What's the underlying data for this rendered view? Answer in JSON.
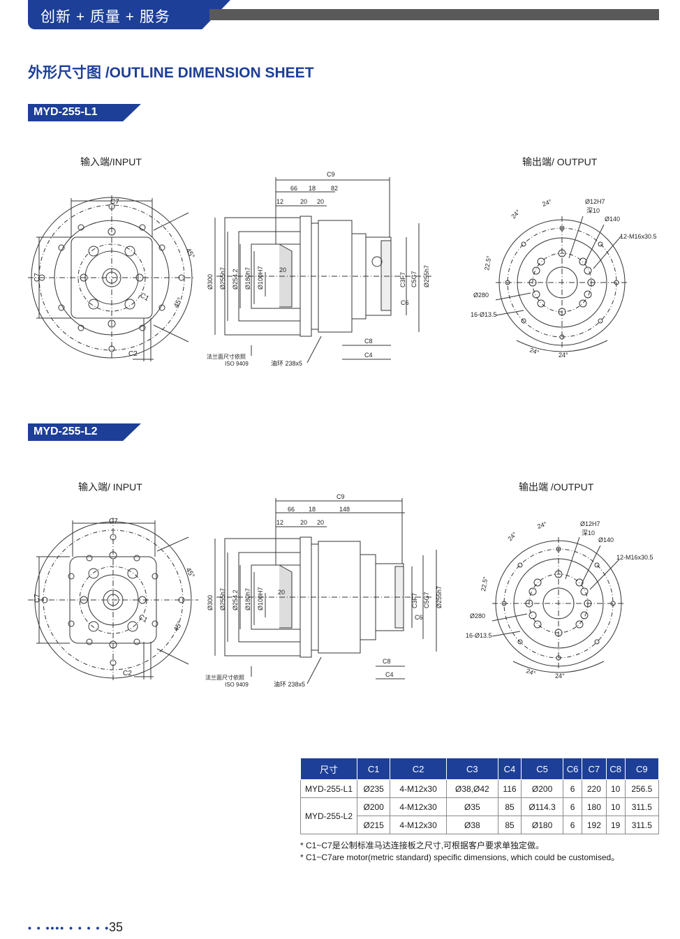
{
  "header": {
    "title": "创新 + 质量 + 服务"
  },
  "page_title": "外形尺寸图 /OUTLINE DIMENSION SHEET",
  "sections": [
    {
      "model": "MYD-255-L1",
      "input_label": "输入端/INPUT",
      "output_label": "输出端/ OUTPUT"
    },
    {
      "model": "MYD-255-L2",
      "input_label": "输入端/ INPUT",
      "output_label": "输出端 /OUTPUT"
    }
  ],
  "drawing_labels": {
    "input": {
      "c7": "C7",
      "c2": "C2",
      "c1": "C1",
      "angle": "45°"
    },
    "side": {
      "c9": "C9",
      "d66": "66",
      "d18": "18",
      "d82": "82",
      "d148": "148",
      "d12": "12",
      "d20a": "20",
      "d20b": "20",
      "d20c": "20",
      "dia300": "Ø300",
      "dia255": "Ø255h7",
      "dia254": "Ø254.2",
      "dia180": "Ø180h7",
      "dia100": "Ø100H7",
      "c3": "C3F7",
      "c5": "C5G7",
      "dia255r": "Ø255h7",
      "c6": "C6",
      "c8": "C8",
      "c4": "C4",
      "flange1": "法兰面尺寸依照",
      "flange2": "ISO 9409",
      "oring": "油环 238x5"
    },
    "output": {
      "d12": "Ø12H7",
      "deep": "深10",
      "d140": "Ø140",
      "m16": "12-M16x30.5",
      "a24": "24°",
      "a225": "22.5°",
      "d280": "Ø280",
      "holes": "16-Ø13.5"
    }
  },
  "table": {
    "headers": [
      "尺寸",
      "C1",
      "C2",
      "C3",
      "C4",
      "C5",
      "C6",
      "C7",
      "C8",
      "C9"
    ],
    "rows": [
      {
        "model": "MYD-255-L1",
        "cells": [
          "Ø235",
          "4-M12x30",
          "Ø38,Ø42",
          "116",
          "Ø200",
          "6",
          "220",
          "10",
          "256.5"
        ]
      },
      {
        "model": "MYD-255-L2",
        "cells": [
          "Ø200",
          "4-M12x30",
          "Ø35",
          "85",
          "Ø114.3",
          "6",
          "180",
          "10",
          "311.5"
        ]
      },
      {
        "model": "",
        "cells": [
          "Ø215",
          "4-M12x30",
          "Ø38",
          "85",
          "Ø180",
          "6",
          "192",
          "19",
          "311.5"
        ]
      }
    ]
  },
  "notes": [
    "* C1~C7是公制标准马达连接板之尺寸,可根据客户要求单独定做。",
    "* C1~C7are motor(metric standard)  specific dimensions, which could be customised。"
  ],
  "footer": {
    "dots": "• • •••• • • • • •",
    "page_number": "35"
  },
  "colors": {
    "brand": "#1d3f97",
    "bar": "#595959"
  }
}
